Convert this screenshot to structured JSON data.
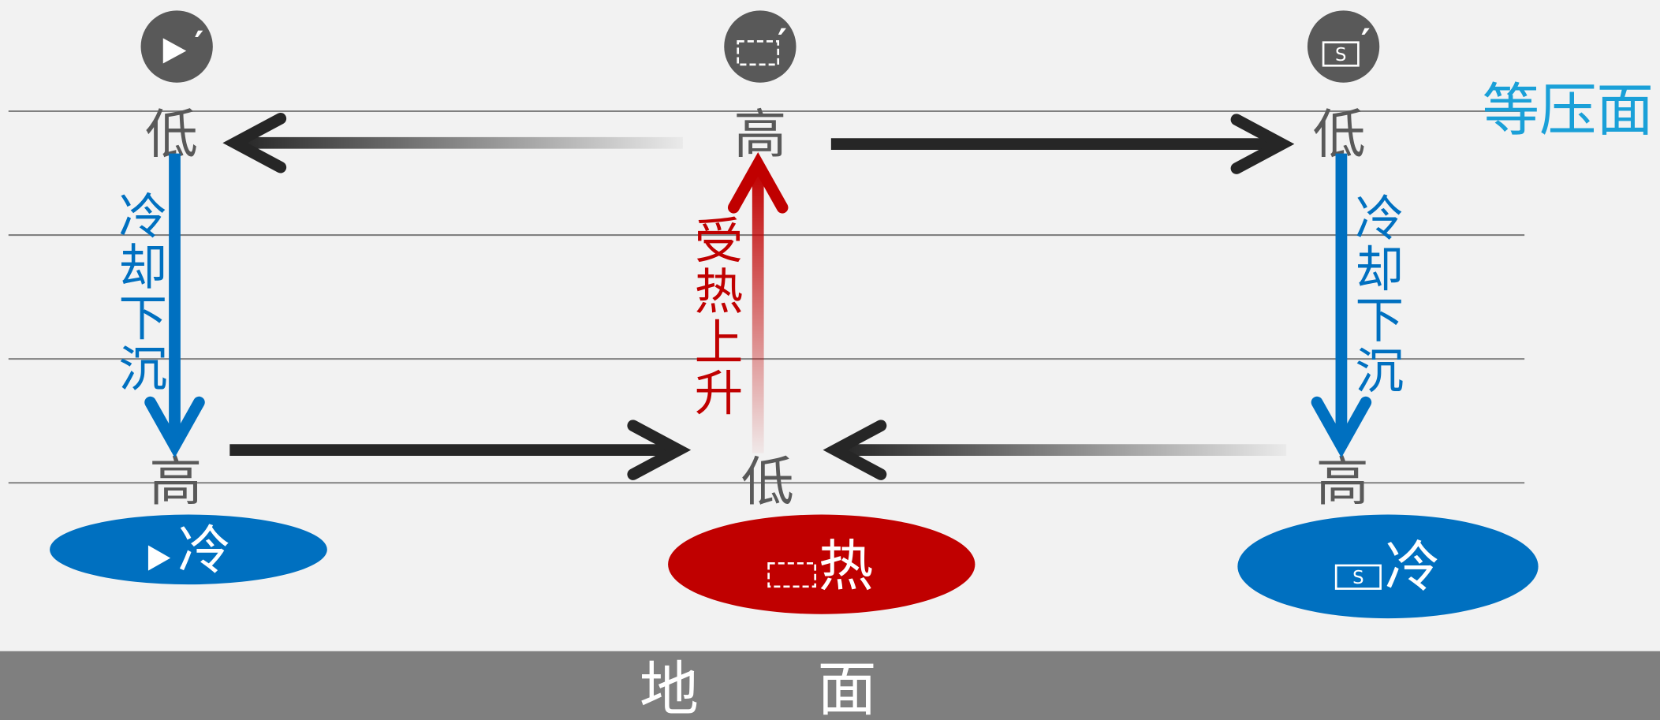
{
  "isobar_label": "等压面",
  "ground_label": "地　　面",
  "prime": "′",
  "columns": [
    {
      "marker_icon": "play-triangle-icon",
      "upper_pressure": "低",
      "process": "冷却下沉",
      "lower_pressure": "高",
      "surface_temperature": "冷"
    },
    {
      "marker_icon": "dashed-box-icon",
      "upper_pressure": "高",
      "process": "受热上升",
      "lower_pressure": "低",
      "surface_temperature": "热"
    },
    {
      "marker_icon": "s-box-icon",
      "marker_letter": "S",
      "upper_pressure": "低",
      "process": "冷却下沉",
      "lower_pressure": "高",
      "surface_temperature": "冷"
    }
  ],
  "colors": {
    "cold": "#0070c0",
    "hot": "#c00000",
    "airflow": "#262626",
    "pressure_label": "#595959",
    "isobar_label": "#1aa0d8",
    "marker": "#595959",
    "ground": "#7f7f7f",
    "isobar_line": "#808080"
  }
}
